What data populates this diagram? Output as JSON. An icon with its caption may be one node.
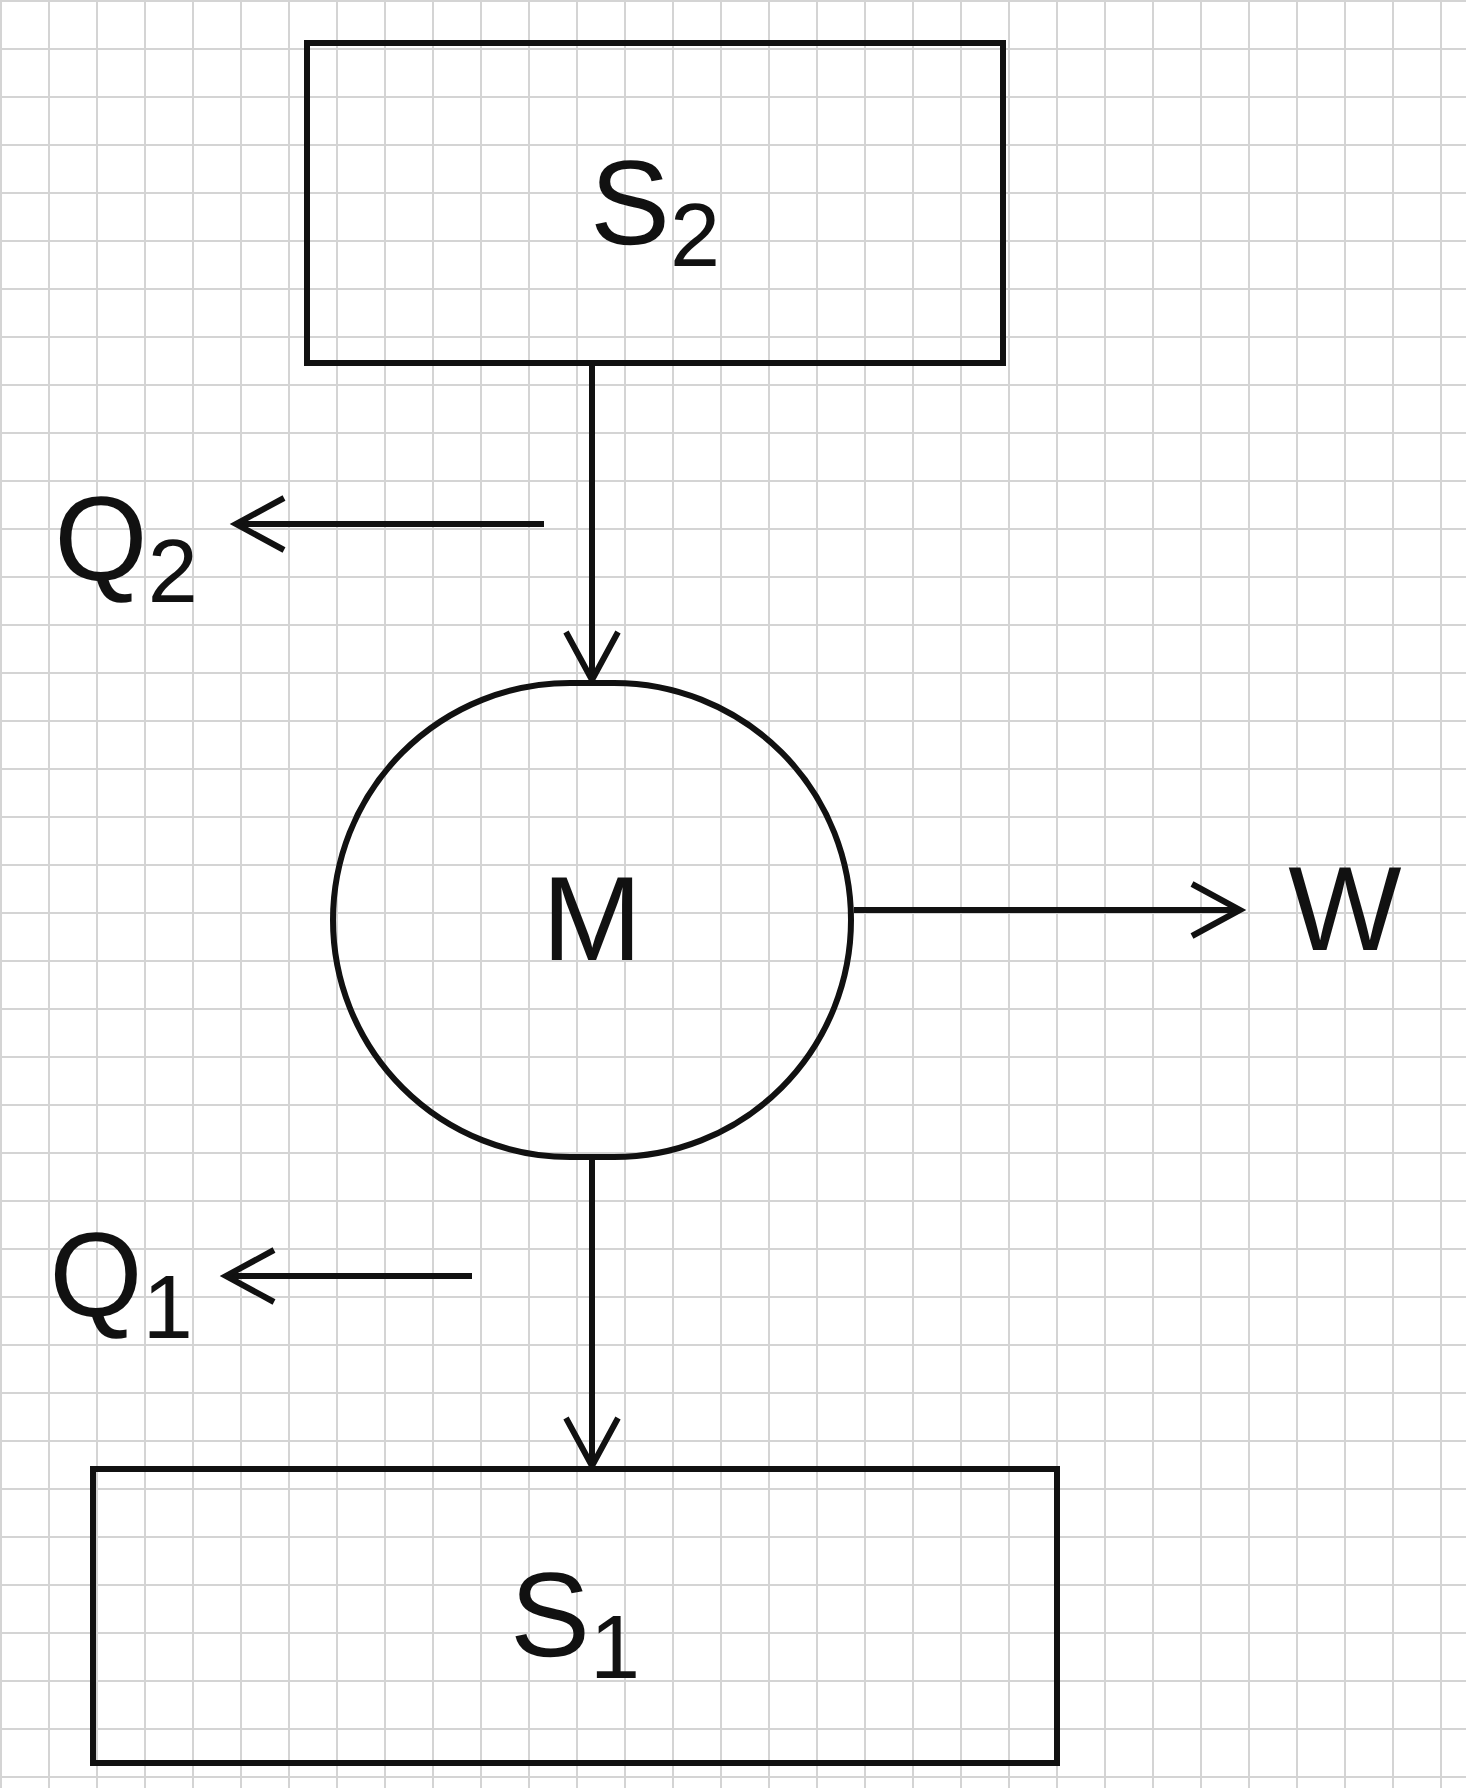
{
  "diagram": {
    "nodes": [
      {
        "text": [
          "S$_{2}$"
        ]
      },
      {
        "text": [
          "M"
        ]
      },
      {
        "text": [
          "W"
        ]
      },
      {
        "text": [
          "S$_{1}$"
        ]
      },
      {
        "text": [
          "Q$_{2}$"
        ]
      },
      {
        "text": [
          "Q$_{1}$"
        ]
      }
    ],
    "edges": [
      {
        "from": 0,
        "to": 1,
        "arrow": "to"
      },
      {
        "from": 1,
        "to": 2,
        "arrow": "to"
      },
      {
        "from": 1,
        "to": 3,
        "arrow": "to"
      },
      {
        "from": null,
        "to": 4,
        "arrow": "to"
      },
      {
        "from": null,
        "to": 5,
        "arrow": "to"
      }
    ]
  }
}
